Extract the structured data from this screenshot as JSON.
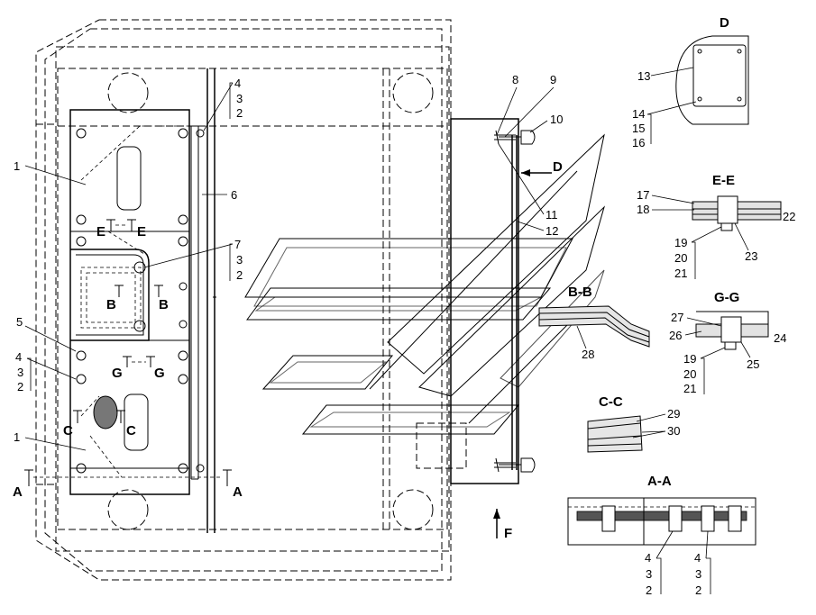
{
  "views": {
    "D": "D",
    "EE": "E-E",
    "BB": "B-B",
    "GG": "G-G",
    "CC": "C-C",
    "AA": "A-A"
  },
  "arrows": {
    "D": "D",
    "F": "F"
  },
  "cuts": {
    "E1": "E",
    "E2": "E",
    "B1": "B",
    "B2": "B",
    "G1": "G",
    "G2": "G",
    "C1": "C",
    "C2": "C",
    "A1": "A",
    "A2": "A"
  },
  "main_labels": {
    "p1a": "1",
    "p1b": "1",
    "p4a": "4",
    "p3a": "3",
    "p2a": "2",
    "p6": "6",
    "p7": "7",
    "p3b": "3",
    "p2b": "2",
    "p5": "5",
    "p4c": "4",
    "p3c": "3",
    "p2c": "2",
    "p8": "8",
    "p9": "9",
    "p10": "10",
    "p11": "11",
    "p12": "12"
  },
  "detail_d_labels": {
    "p13": "13",
    "p14": "14",
    "p15": "15",
    "p16": "16"
  },
  "ee_labels": {
    "p17": "17",
    "p18": "18",
    "p22": "22",
    "p19": "19",
    "p20": "20",
    "p21": "21",
    "p23": "23"
  },
  "bb_labels": {
    "p28": "28"
  },
  "gg_labels": {
    "p27": "27",
    "p26": "26",
    "p24": "24",
    "p19": "19",
    "p20": "20",
    "p21": "21",
    "p25": "25"
  },
  "cc_labels": {
    "p29": "29",
    "p30": "30"
  },
  "aa_labels": {
    "l4": "4",
    "l3": "3",
    "l2": "2",
    "r4": "4",
    "r3": "3",
    "r2": "2"
  }
}
